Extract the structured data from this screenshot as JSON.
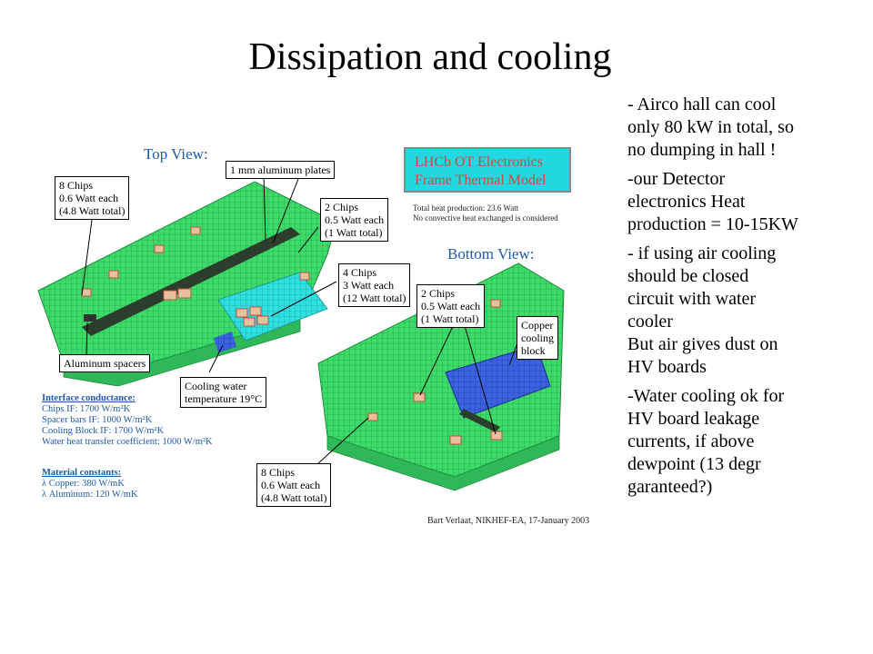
{
  "slide": {
    "title": "Dissipation and cooling",
    "bullets": [
      {
        "lines": [
          "- Airco hall can cool",
          "only 80 kW in total, so",
          "no dumping in hall !"
        ]
      },
      {
        "lines": [
          "-our Detector",
          "electronics Heat",
          "production = 10-15KW"
        ]
      },
      {
        "lines": [
          "- if  using air cooling",
          "should be closed",
          "circuit with water",
          "cooler",
          "But air gives dust on",
          "HV boards"
        ]
      },
      {
        "lines": [
          "-Water cooling ok for",
          "HV board leakage",
          "currents, if above",
          "dewpoint (13 degr",
          "garanteed?)"
        ]
      }
    ]
  },
  "figure": {
    "top_view_label": "Top View:",
    "bottom_view_label": "Bottom View:",
    "model_title_line1": "LHCb OT Electronics",
    "model_title_line2": "Frame Thermal Model",
    "total_heat": "Total heat production: 23.6 Watt",
    "no_convective": "No convective heat exchanged is considered",
    "callouts": {
      "chips8_top": [
        "8 Chips",
        "0.6 Watt each",
        "(4.8 Watt total)"
      ],
      "aluminum_plates": "1 mm aluminum plates",
      "chips2_top": [
        "2 Chips",
        "0.5 Watt each",
        "(1 Watt total)"
      ],
      "chips4": [
        "4 Chips",
        "3 Watt each",
        "(12 Watt total)"
      ],
      "chips2_bottom": [
        "2 Chips",
        "0.5 Watt each",
        "(1 Watt total)"
      ],
      "copper_block": [
        "Copper",
        "cooling",
        "block"
      ],
      "aluminum_spacers": "Aluminum spacers",
      "cooling_water": [
        "Cooling water",
        "temperature 19°C"
      ],
      "chips8_bottom": [
        "8 Chips",
        "0.6 Watt each",
        "(4.8 Watt total)"
      ]
    },
    "interface_heading": "Interface conductance:",
    "interface_lines": [
      "Chips IF: 1700 W/m²K",
      "Spacer bars IF: 1000 W/m²K",
      "Cooling Block IF: 1700 W/m²K",
      "Water heat transfer coefficient: 1000 W/m²K"
    ],
    "material_heading": "Material constants:",
    "material_lines": [
      "λ Copper: 380 W/mK",
      "λ Aluminum: 120 W/mK"
    ],
    "credit": "Bart Verlaat, NIKHEF-EA, 17-January 2003",
    "colors": {
      "mesh_green": "#3ddc6a",
      "mesh_line": "#1f8a3a",
      "cooling_cyan": "#2fe0e0",
      "copper_blue": "#3b63e0",
      "chip_red": "#c0503a",
      "heading_blue": "#1f5aa8"
    }
  }
}
